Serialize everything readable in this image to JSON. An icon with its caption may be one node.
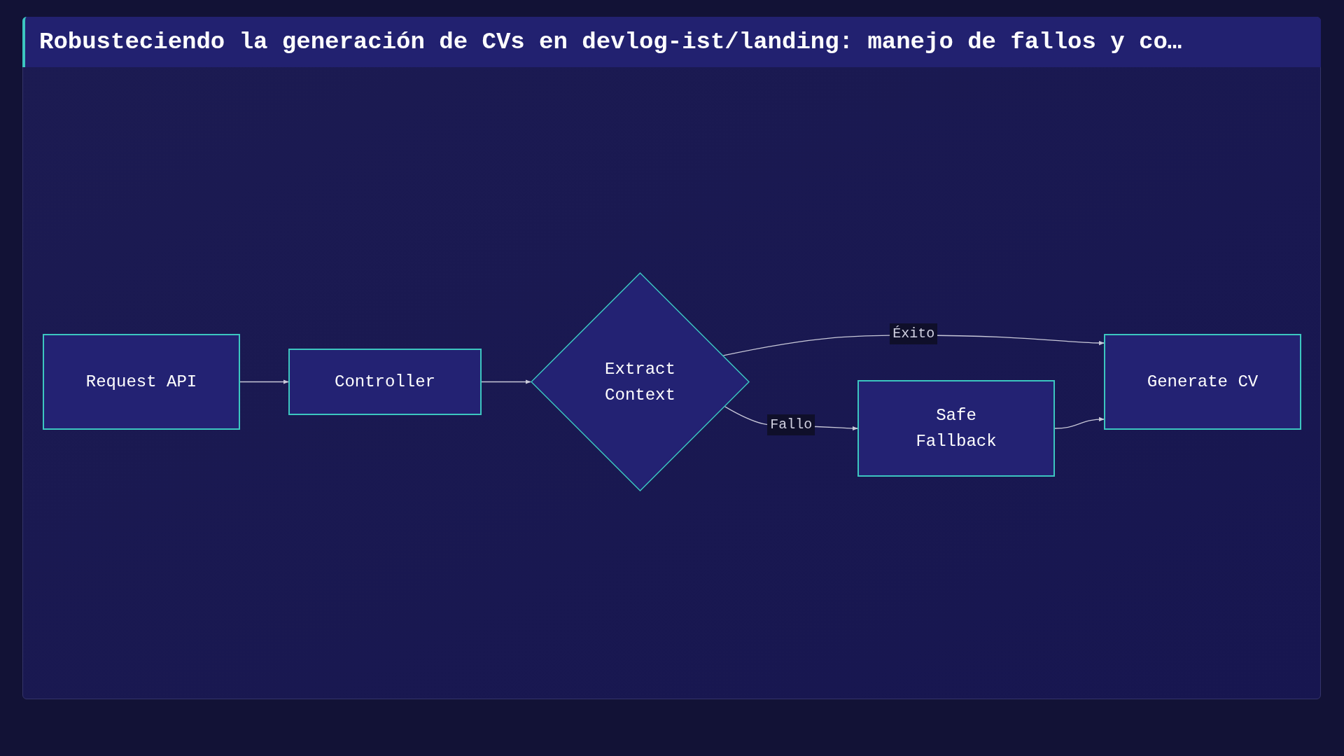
{
  "diagram": {
    "title": "Robusteciendo la generación de CVs en devlog-ist/landing: manejo de fallos y co…",
    "nodes": [
      {
        "text": [
          "Request API"
        ]
      },
      {
        "text": [
          "Controller"
        ]
      },
      {
        "text": [
          "Extract Context"
        ]
      },
      {
        "text": [
          "Safe Fallback"
        ]
      },
      {
        "text": [
          "Generate CV"
        ]
      }
    ],
    "edges": [
      {
        "from": 0,
        "to": 1,
        "arrow": "to"
      },
      {
        "from": 1,
        "to": 2,
        "arrow": "to"
      },
      {
        "from": 2,
        "to": 4,
        "arrow": "to",
        "label": "Éxito"
      },
      {
        "from": 2,
        "to": 3,
        "arrow": "to",
        "label": "Fallo"
      },
      {
        "from": 3,
        "to": 4,
        "arrow": "to"
      }
    ]
  }
}
